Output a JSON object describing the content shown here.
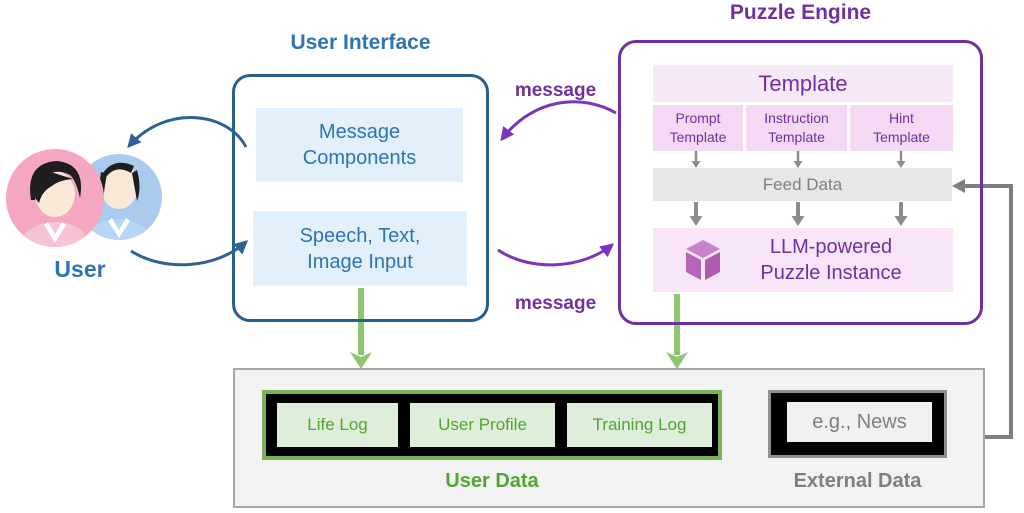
{
  "user": {
    "label": "User"
  },
  "user_interface": {
    "title": "User Interface",
    "message_components": "Message\nComponents",
    "speech_input": "Speech, Text,\nImage Input"
  },
  "messages": {
    "top": "message",
    "bottom": "message"
  },
  "puzzle_engine": {
    "title": "Puzzle Engine",
    "template": {
      "title": "Template",
      "cells": [
        "Prompt\nTemplate",
        "Instruction\nTemplate",
        "Hint\nTemplate"
      ]
    },
    "feed_data": "Feed Data",
    "llm": "LLM-powered\nPuzzle Instance"
  },
  "data_store": {
    "user_data": {
      "label": "User Data",
      "items": [
        "Life Log",
        "User Profile",
        "Training Log"
      ]
    },
    "external_data": {
      "label": "External Data",
      "item": "e.g., News"
    }
  },
  "colors": {
    "blue_text": "#2E74B5",
    "blue_border": "#27608F",
    "light_blue_fill": "#E1F0FA",
    "blue_arrow": "#2E6296",
    "purple_text": "#7030A0",
    "purple_arrow": "#7B35BC",
    "pink_header": "#F8E9F9",
    "pink_cells": "#F3D9F4",
    "pink_llm": "#F8E6F8",
    "cube_purple": "#B565B5",
    "gray_fill": "#E7E7E7",
    "gray_text": "#808080",
    "gray_arrow": "#8C8C8C",
    "gray_connector": "#7F7F7F",
    "container_fill": "#F2F2F2",
    "container_border": "#A6A6A6",
    "green_border": "#79B156",
    "green_fill": "#DFEEDB",
    "green_text": "#4EA72E",
    "green_arrow": "#8DC571",
    "frame_interior": "#000000"
  }
}
